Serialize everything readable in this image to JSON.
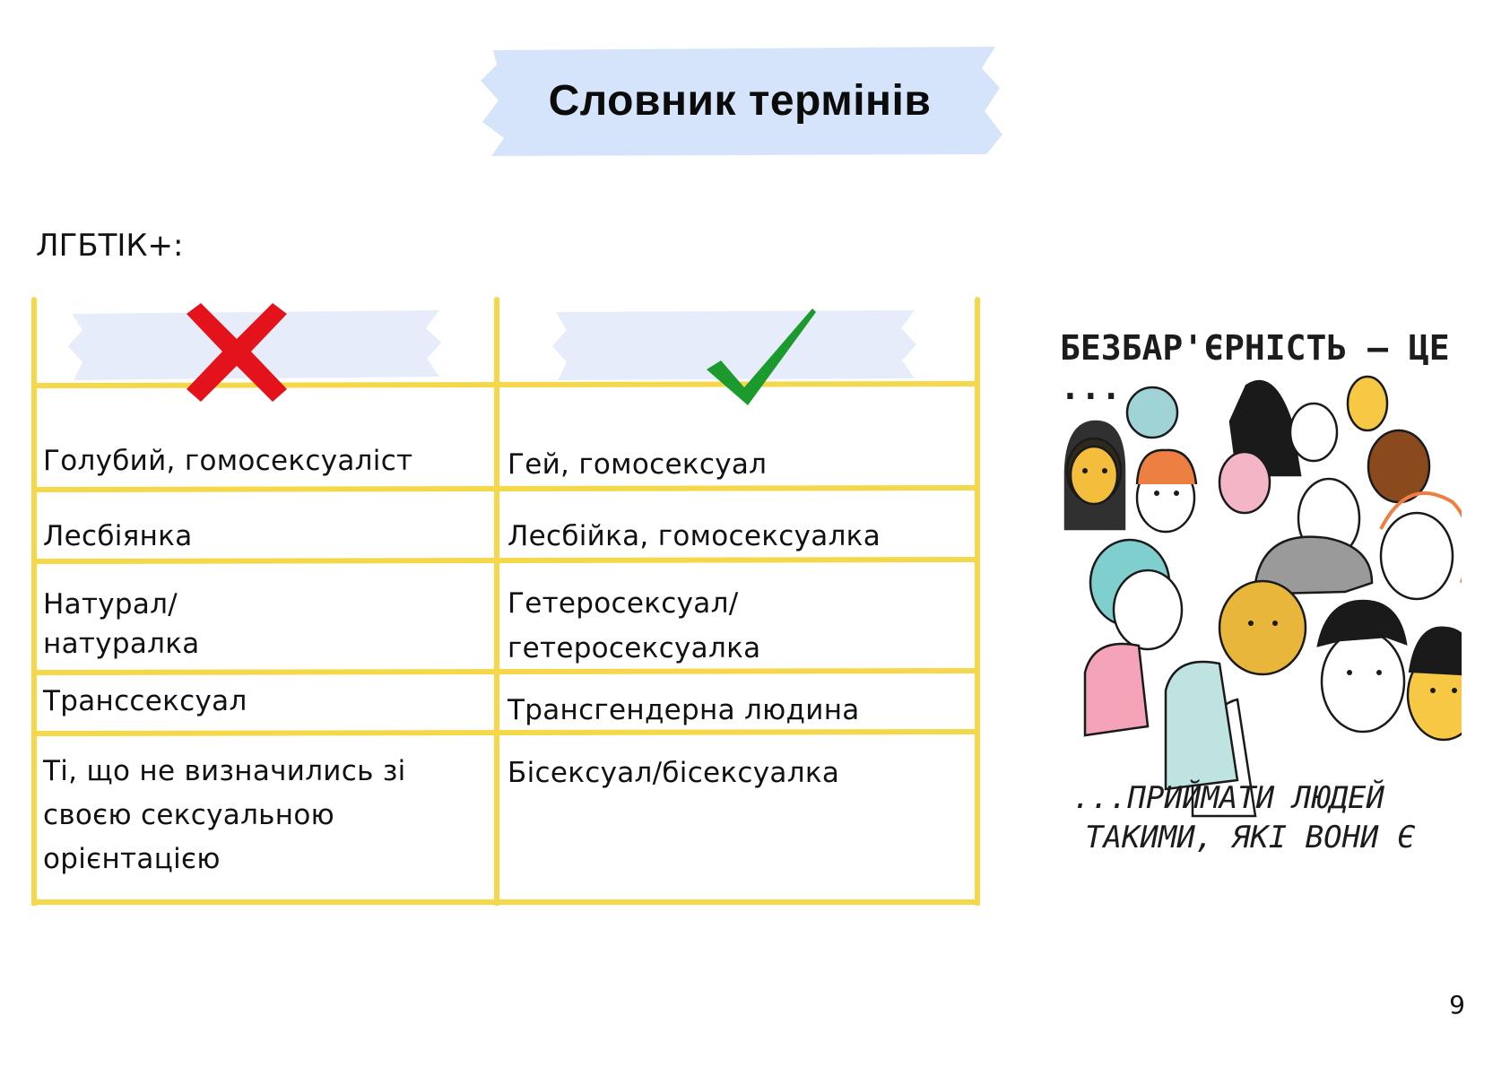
{
  "page": {
    "title": "Словник термінів",
    "section_label": "ЛГБТІК+:",
    "page_number": "9"
  },
  "table": {
    "wrong_icon": "cross-icon",
    "right_icon": "checkmark-icon",
    "rows": [
      {
        "wrong": "Голубий, гомосексуаліст",
        "right": "Гей, гомосексуал"
      },
      {
        "wrong": "Лесбіянка",
        "right": "Лесбійка, гомосексуалка"
      },
      {
        "wrong": "Натурал/\nнатуралка",
        "right": "Гетеросексуал/\nгетеросексуалка"
      },
      {
        "wrong": "Транссексуал",
        "right": "Трансгендерна людина"
      },
      {
        "wrong": "Ті, що не визначились зі\nсвоєю сексуальною\nорієнтацією",
        "right": "Бісексуал/бісексуалка"
      }
    ],
    "colors": {
      "grid": "#f5d84a",
      "header_bg": "#e6ecfa",
      "cross": "#e3121b",
      "check": "#1c9a2e"
    }
  },
  "illustration": {
    "heading": "БЕЗБАР'ЄРНІСТЬ — ЦЕ ...",
    "caption_line1": "...ПРИЙМАТИ ЛЮДЕЙ",
    "caption_line2": "ТАКИМИ, ЯКІ ВОНИ Є"
  },
  "colors": {
    "title_bg": "#d6e4fb"
  }
}
